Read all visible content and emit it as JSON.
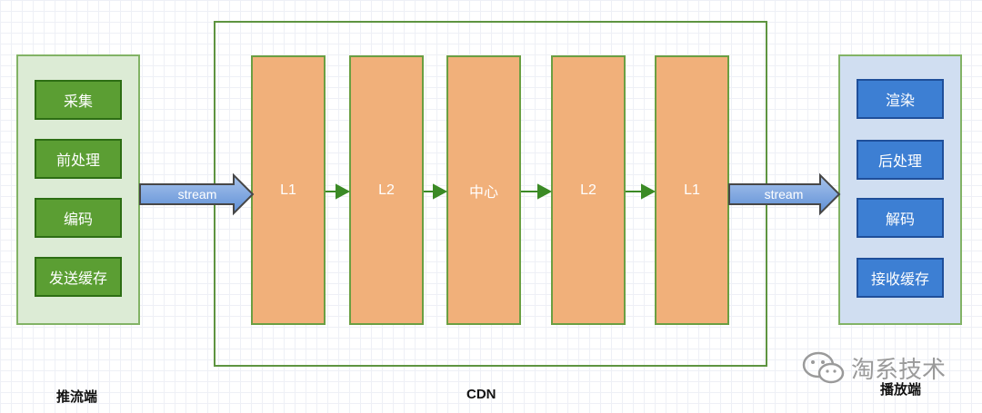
{
  "push_side": {
    "caption": "推流端",
    "steps": [
      "采集",
      "前处理",
      "编码",
      "发送缓存"
    ]
  },
  "cdn": {
    "caption": "CDN",
    "nodes": [
      "L1",
      "L2",
      "中心",
      "L2",
      "L1"
    ]
  },
  "play_side": {
    "caption": "播放端",
    "steps": [
      "渲染",
      "后处理",
      "解码",
      "接收缓存"
    ]
  },
  "streams": {
    "in_label": "stream",
    "out_label": "stream"
  },
  "watermark": {
    "text": "淘系技术"
  },
  "colors": {
    "push_panel_bg": "#dcebd5",
    "play_panel_bg": "#d0def1",
    "green_step": "#5b9e33",
    "blue_step": "#3d7fd3",
    "cdn_node": "#f1b07a",
    "border_green": "#82b366",
    "stream_arrow": "#7ea6e0"
  }
}
